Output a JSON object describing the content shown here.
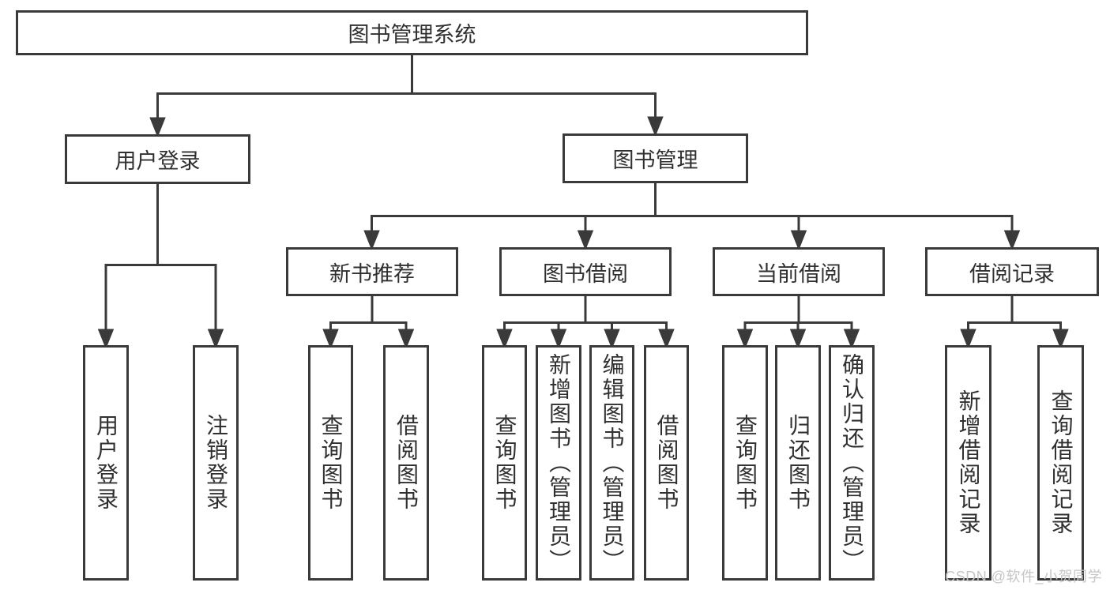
{
  "root": {
    "label": "图书管理系统"
  },
  "user_login": {
    "label": "用户登录",
    "children": [
      {
        "label": "用户登录"
      },
      {
        "label": "注销登录"
      }
    ]
  },
  "book_management": {
    "label": "图书管理",
    "sections": [
      {
        "label": "新书推荐",
        "children": [
          {
            "label": "查询图书"
          },
          {
            "label": "借阅图书"
          }
        ]
      },
      {
        "label": "图书借阅",
        "children": [
          {
            "label": "查询图书"
          },
          {
            "label": "新增图书（管理员）"
          },
          {
            "label": "编辑图书（管理员）"
          },
          {
            "label": "借阅图书"
          }
        ]
      },
      {
        "label": "当前借阅",
        "children": [
          {
            "label": "查询图书"
          },
          {
            "label": "归还图书"
          },
          {
            "label": "确认归还（管理员）"
          }
        ]
      },
      {
        "label": "借阅记录",
        "children": [
          {
            "label": "新增借阅记录"
          },
          {
            "label": "查询借阅记录"
          }
        ]
      }
    ]
  },
  "watermark": "CSDN @软件_小贺同学",
  "colors": {
    "line": "#3a3a3a",
    "text": "#303030",
    "box_background": "#ffffff",
    "watermark": "#c6c6c6",
    "page_background": "#ffffff"
  }
}
